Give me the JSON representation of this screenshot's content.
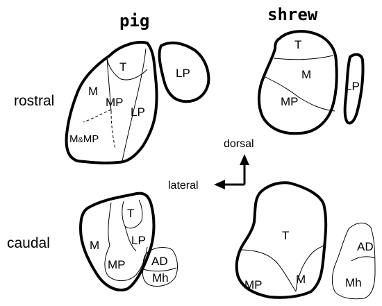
{
  "columns": {
    "pig": "pig",
    "shrew": "shrew"
  },
  "rows": {
    "rostral": "rostral",
    "caudal": "caudal"
  },
  "orientation": {
    "dorsal": "dorsal",
    "lateral": "lateral"
  },
  "labels": {
    "pig_rostral": {
      "T": "T",
      "M": "M",
      "MP": "MP",
      "LP": "LP",
      "LP_separate": "LP",
      "combo_M": "M",
      "combo_amp": "&",
      "combo_MP": "MP"
    },
    "shrew_rostral": {
      "T": "T",
      "M": "M",
      "MP": "MP",
      "LP": "LP"
    },
    "pig_caudal": {
      "T": "T",
      "M": "M",
      "LP": "LP",
      "MP": "MP",
      "AD": "AD",
      "Mh": "Mh"
    },
    "shrew_caudal": {
      "T": "T",
      "MP": "MP",
      "M": "M",
      "AD": "AD",
      "Mh": "Mh"
    }
  }
}
